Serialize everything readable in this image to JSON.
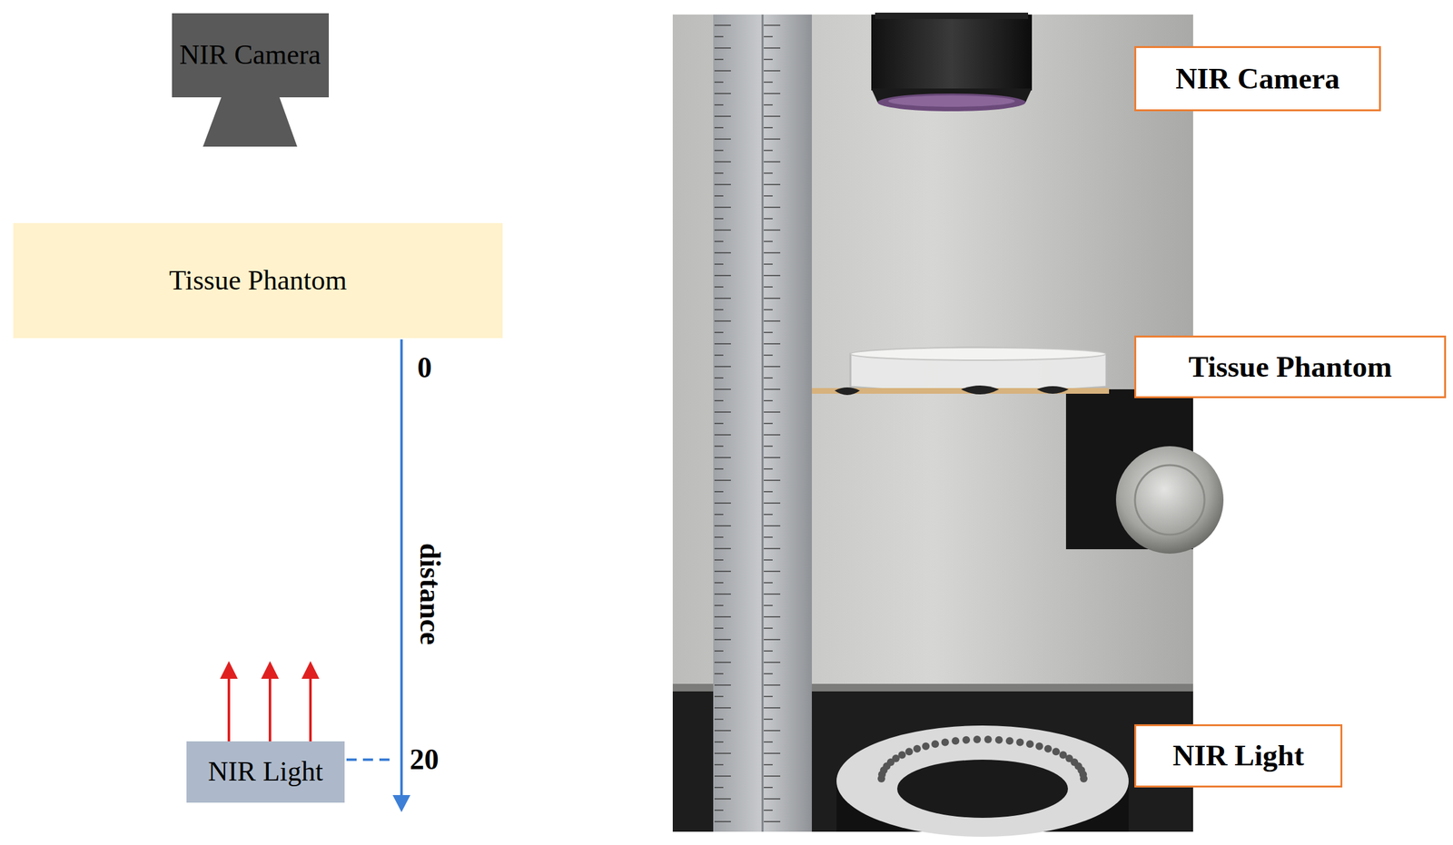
{
  "diagram": {
    "nodes": [
      {
        "text": [
          "NIR Camera"
        ]
      },
      {
        "text": [
          "Tissue Phantom"
        ]
      },
      {
        "text": [
          "NIR Light"
        ]
      },
      {
        "text": [
          "NIR Camera"
        ]
      },
      {
        "text": [
          "Tissue Phantom"
        ]
      },
      {
        "text": [
          "NIR Light"
        ]
      }
    ],
    "labels": [
      "0",
      "distance",
      "20"
    ]
  }
}
